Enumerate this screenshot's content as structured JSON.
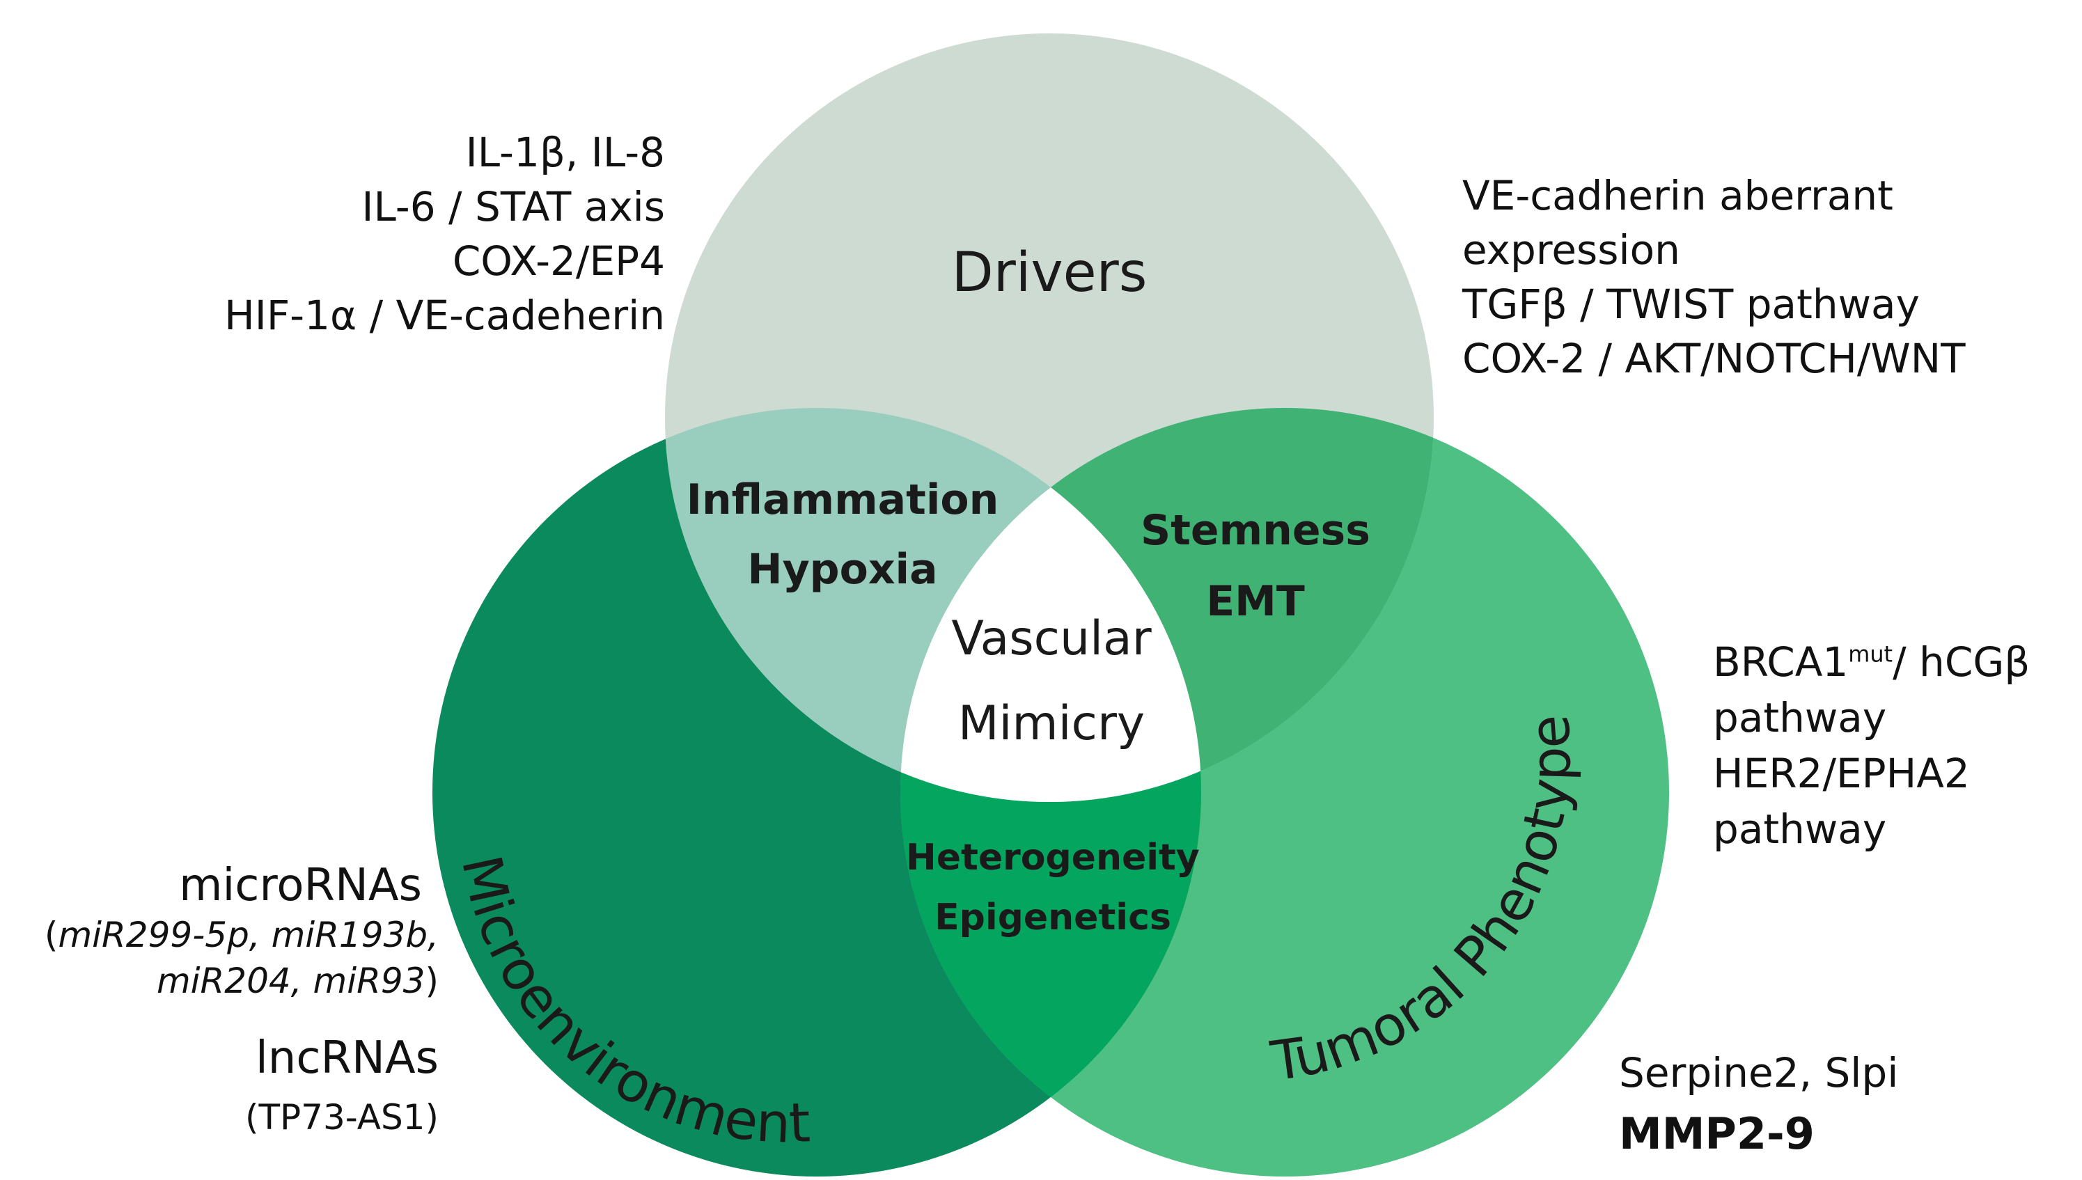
{
  "colors": {
    "drivers_circle": "#cddbd2",
    "microenvironment_circle": "#0b8a5d",
    "tumoral_circle": "#4fc083",
    "drivers_micro_overlap": "#99cdbd",
    "drivers_tumoral_overlap": "#3fb274",
    "micro_tumoral_overlap": "#03a55f",
    "center": "#ffffff"
  },
  "circles": {
    "drivers": "Drivers",
    "microenvironment": "Microenvironment",
    "tumoral": "Tumoral Phenotype"
  },
  "overlaps": {
    "drivers_micro": [
      "Inflammation",
      "Hypoxia"
    ],
    "drivers_tumoral": [
      "Stemness",
      "EMT"
    ],
    "micro_tumoral": [
      "Heterogeneity",
      "Epigenetics"
    ],
    "center": [
      "Vascular",
      "Mimicry"
    ]
  },
  "annotations": {
    "drivers_left": [
      "IL-1β, IL-8",
      "IL-6 / STAT axis",
      "COX-2/EP4",
      "HIF-1α / VE-cadeherin"
    ],
    "drivers_right": [
      "VE-cadherin aberrant",
      "expression",
      "TGFβ / TWIST pathway",
      "COX-2 / AKT/NOTCH/WNT"
    ],
    "tumoral_right": {
      "line1_main": "BRCA1",
      "line1_sup": "mut",
      "line1_rest": "/ hCGβ",
      "line2": "pathway",
      "line3": "HER2/EPHA2",
      "line4": "pathway"
    },
    "tumoral_bottom": [
      "Serpine2, Slpi",
      "MMP2-9"
    ],
    "micro_mirnas": {
      "title": "microRNAs",
      "open": "(",
      "list1": "miR299-5p, miR193b,",
      "list2": "miR204, miR93",
      "close": ")"
    },
    "micro_lncrnas": {
      "title": "lncRNAs",
      "sub": "(TP73-AS1)"
    }
  }
}
